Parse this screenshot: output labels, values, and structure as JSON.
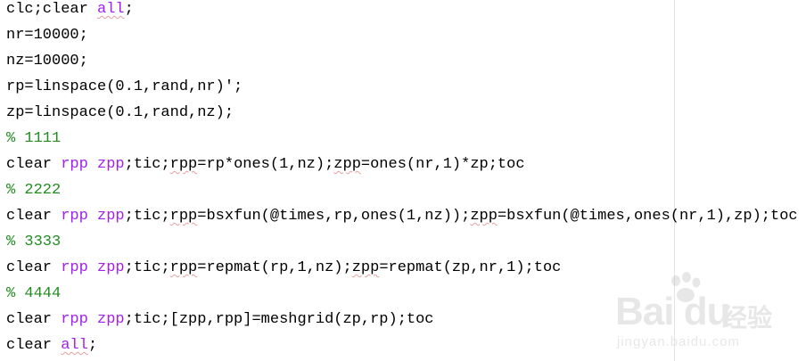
{
  "code": {
    "lines": [
      {
        "parts": [
          {
            "text": "clc;clear ",
            "c": ""
          },
          {
            "text": "all",
            "c": "kw sq"
          },
          {
            "text": ";",
            "c": ""
          }
        ]
      },
      {
        "parts": [
          {
            "text": "nr=10000;",
            "c": ""
          }
        ]
      },
      {
        "parts": [
          {
            "text": "nz=10000;",
            "c": ""
          }
        ]
      },
      {
        "parts": [
          {
            "text": "rp=linspace(0.1,rand,nr)';",
            "c": ""
          }
        ]
      },
      {
        "parts": [
          {
            "text": "zp=linspace(0.1,rand,nz);",
            "c": ""
          }
        ]
      },
      {
        "parts": [
          {
            "text": "% 1111",
            "c": "cm"
          }
        ]
      },
      {
        "parts": [
          {
            "text": "clear ",
            "c": ""
          },
          {
            "text": "rpp zpp",
            "c": "kw"
          },
          {
            "text": ";tic;",
            "c": ""
          },
          {
            "text": "rpp",
            "c": "sq"
          },
          {
            "text": "=rp*ones(1,nz);",
            "c": ""
          },
          {
            "text": "zpp",
            "c": "sq"
          },
          {
            "text": "=ones(nr,1)*zp;toc",
            "c": ""
          }
        ]
      },
      {
        "parts": [
          {
            "text": "% 2222",
            "c": "cm"
          }
        ]
      },
      {
        "parts": [
          {
            "text": "clear ",
            "c": ""
          },
          {
            "text": "rpp zpp",
            "c": "kw"
          },
          {
            "text": ";tic;",
            "c": ""
          },
          {
            "text": "rpp",
            "c": "sq"
          },
          {
            "text": "=bsxfun(@times,rp,ones(1,nz));",
            "c": ""
          },
          {
            "text": "zpp",
            "c": "sq"
          },
          {
            "text": "=bsxfun(@times,ones(nr,1),zp);toc",
            "c": ""
          }
        ]
      },
      {
        "parts": [
          {
            "text": "% 3333",
            "c": "cm"
          }
        ]
      },
      {
        "parts": [
          {
            "text": "clear ",
            "c": ""
          },
          {
            "text": "rpp zpp",
            "c": "kw"
          },
          {
            "text": ";tic;",
            "c": ""
          },
          {
            "text": "rpp",
            "c": "sq"
          },
          {
            "text": "=repmat(rp,1,nz);",
            "c": ""
          },
          {
            "text": "zpp",
            "c": "sq"
          },
          {
            "text": "=repmat(zp,nr,1);toc",
            "c": ""
          }
        ]
      },
      {
        "parts": [
          {
            "text": "% 4444",
            "c": "cm"
          }
        ]
      },
      {
        "parts": [
          {
            "text": "clear ",
            "c": ""
          },
          {
            "text": "rpp zpp",
            "c": "kw"
          },
          {
            "text": ";tic;[zpp,rpp]=meshgrid(zp,rp);toc",
            "c": ""
          }
        ]
      },
      {
        "parts": [
          {
            "text": "clear ",
            "c": ""
          },
          {
            "text": "all",
            "c": "kw sq"
          },
          {
            "text": ";",
            "c": ""
          }
        ]
      }
    ]
  },
  "watermark": {
    "logo": "Bai du",
    "cn": "经验",
    "url": "jingyan.baidu.com"
  },
  "colors": {
    "keyword": "#a020f0",
    "comment": "#228b22",
    "text": "#000000",
    "squiggle": "#e8a0a0"
  }
}
